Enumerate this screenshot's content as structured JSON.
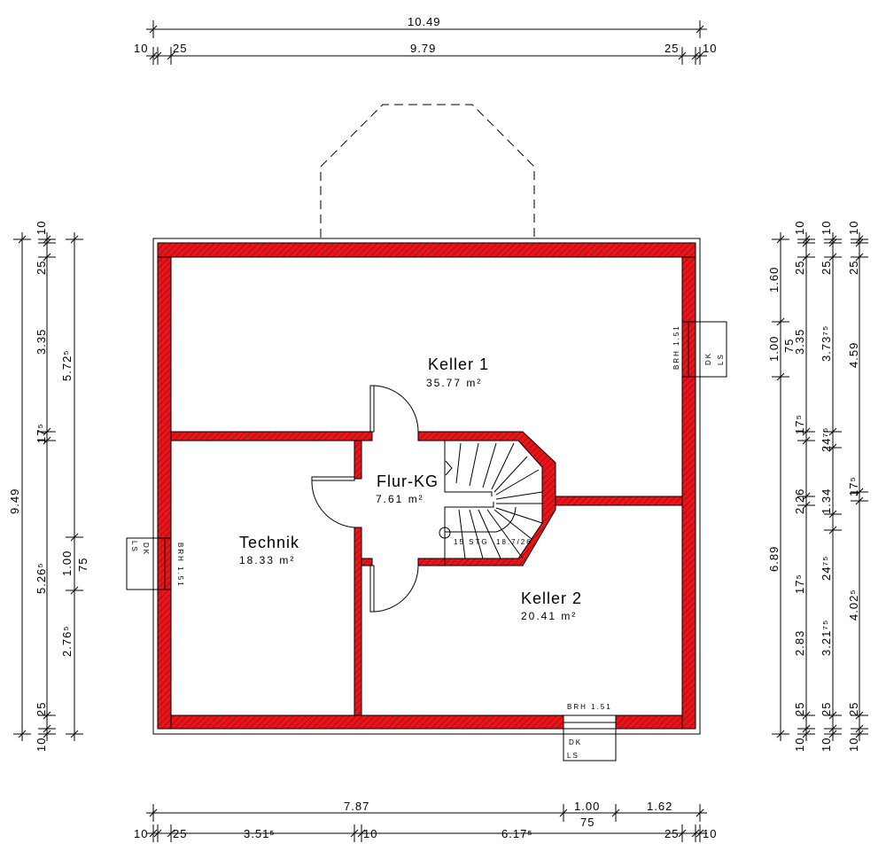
{
  "rooms": {
    "keller1": {
      "name": "Keller 1",
      "area": "35.77 m²"
    },
    "flur": {
      "name": "Flur-KG",
      "area": "7.61 m²"
    },
    "technik": {
      "name": "Technik",
      "area": "18.33 m²"
    },
    "keller2": {
      "name": "Keller 2",
      "area": "20.41 m²"
    }
  },
  "stair": {
    "label": "15 STG",
    "ratio": "18.7/26"
  },
  "windows": {
    "brh": "BRH 1.51",
    "dk": "DK",
    "ls": "LS"
  },
  "colors": {
    "wall": "#e8141b",
    "hatch": "#7a0000"
  },
  "dims": {
    "top": {
      "total": "10.49",
      "row2": [
        "10",
        "25",
        "9.79",
        "25",
        "10"
      ]
    },
    "bottom": {
      "row1": [
        "7.87",
        "1.00",
        "75",
        "1.62"
      ],
      "row2": [
        "10",
        "25",
        "3.51⁵",
        "10",
        "6.17⁵",
        "25",
        "10"
      ]
    },
    "left": {
      "total": "9.49",
      "col2": [
        "10",
        "25",
        "3.35",
        "17⁵",
        "5.26⁵",
        "25",
        "10"
      ],
      "col3": [
        "5.72⁵",
        "1.00",
        "75",
        "2.76⁵"
      ]
    },
    "right": {
      "col1": [
        "1.60",
        "1.00",
        "75",
        "6.89"
      ],
      "col2": [
        "10",
        "25",
        "3.35",
        "17⁵",
        "2.26",
        "17⁵",
        "2.83",
        "25",
        "10"
      ],
      "col3": [
        "10",
        "25",
        "3.73⁷⁵",
        "24⁷⁵",
        "1.34",
        "24⁷⁵",
        "3.21⁷⁵",
        "25",
        "10"
      ],
      "col4": [
        "10",
        "25",
        "4.59",
        "17⁵",
        "4.02⁵",
        "25",
        "10"
      ]
    }
  }
}
